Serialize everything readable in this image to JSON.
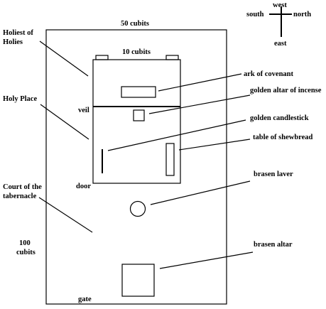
{
  "labels": {
    "court_width": "50 cubits",
    "court_length_num": "100",
    "court_length_unit": "cubits",
    "tabernacle_width": "10 cubits",
    "holiest_line1": "Holiest of",
    "holiest_line2": "Holies",
    "holy_place": "Holy Place",
    "veil": "veil",
    "door": "door",
    "court_line1": "Court of the",
    "court_line2": "tabernacle",
    "gate": "gate"
  },
  "compass": {
    "north": "north",
    "south": "south",
    "east": "east",
    "west": "west"
  },
  "furnishings": {
    "ark": "ark of covenant",
    "altar_incense": "golden altar of incense",
    "candlestick": "golden candlestick",
    "shewbread": "table of shewbread",
    "laver": "brasen laver",
    "brasen_altar": "brasen altar"
  }
}
